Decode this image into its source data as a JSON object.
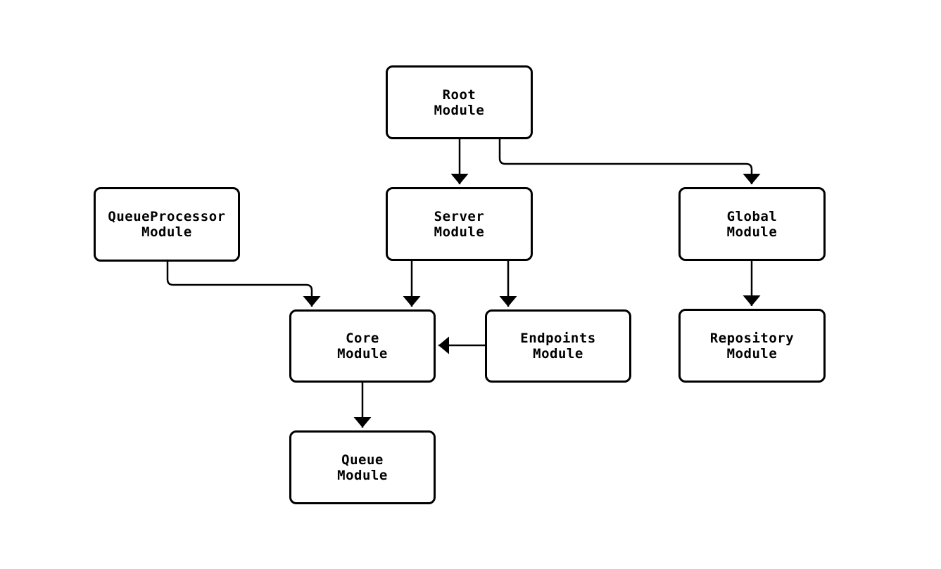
{
  "diagram": {
    "type": "flowchart",
    "background_color": "#ffffff",
    "node_fill_color": "#ffffff",
    "node_border_color": "#000000",
    "edge_color": "#000000",
    "text_color": "#000000",
    "nodes": {
      "root": {
        "label": "Root\nModule"
      },
      "queue_processor": {
        "label": "QueueProcessor\nModule"
      },
      "server": {
        "label": "Server\nModule"
      },
      "global": {
        "label": "Global\nModule"
      },
      "core": {
        "label": "Core\nModule"
      },
      "endpoints": {
        "label": "Endpoints\nModule"
      },
      "repository": {
        "label": "Repository\nModule"
      },
      "queue": {
        "label": "Queue\nModule"
      }
    },
    "edges": [
      {
        "from": "Root Module",
        "to": "Server Module"
      },
      {
        "from": "Root Module",
        "to": "Global Module"
      },
      {
        "from": "QueueProcessor Module",
        "to": "Core Module"
      },
      {
        "from": "Server Module",
        "to": "Core Module"
      },
      {
        "from": "Server Module",
        "to": "Endpoints Module"
      },
      {
        "from": "Endpoints Module",
        "to": "Core Module"
      },
      {
        "from": "Global Module",
        "to": "Repository Module"
      },
      {
        "from": "Core Module",
        "to": "Queue Module"
      }
    ]
  }
}
